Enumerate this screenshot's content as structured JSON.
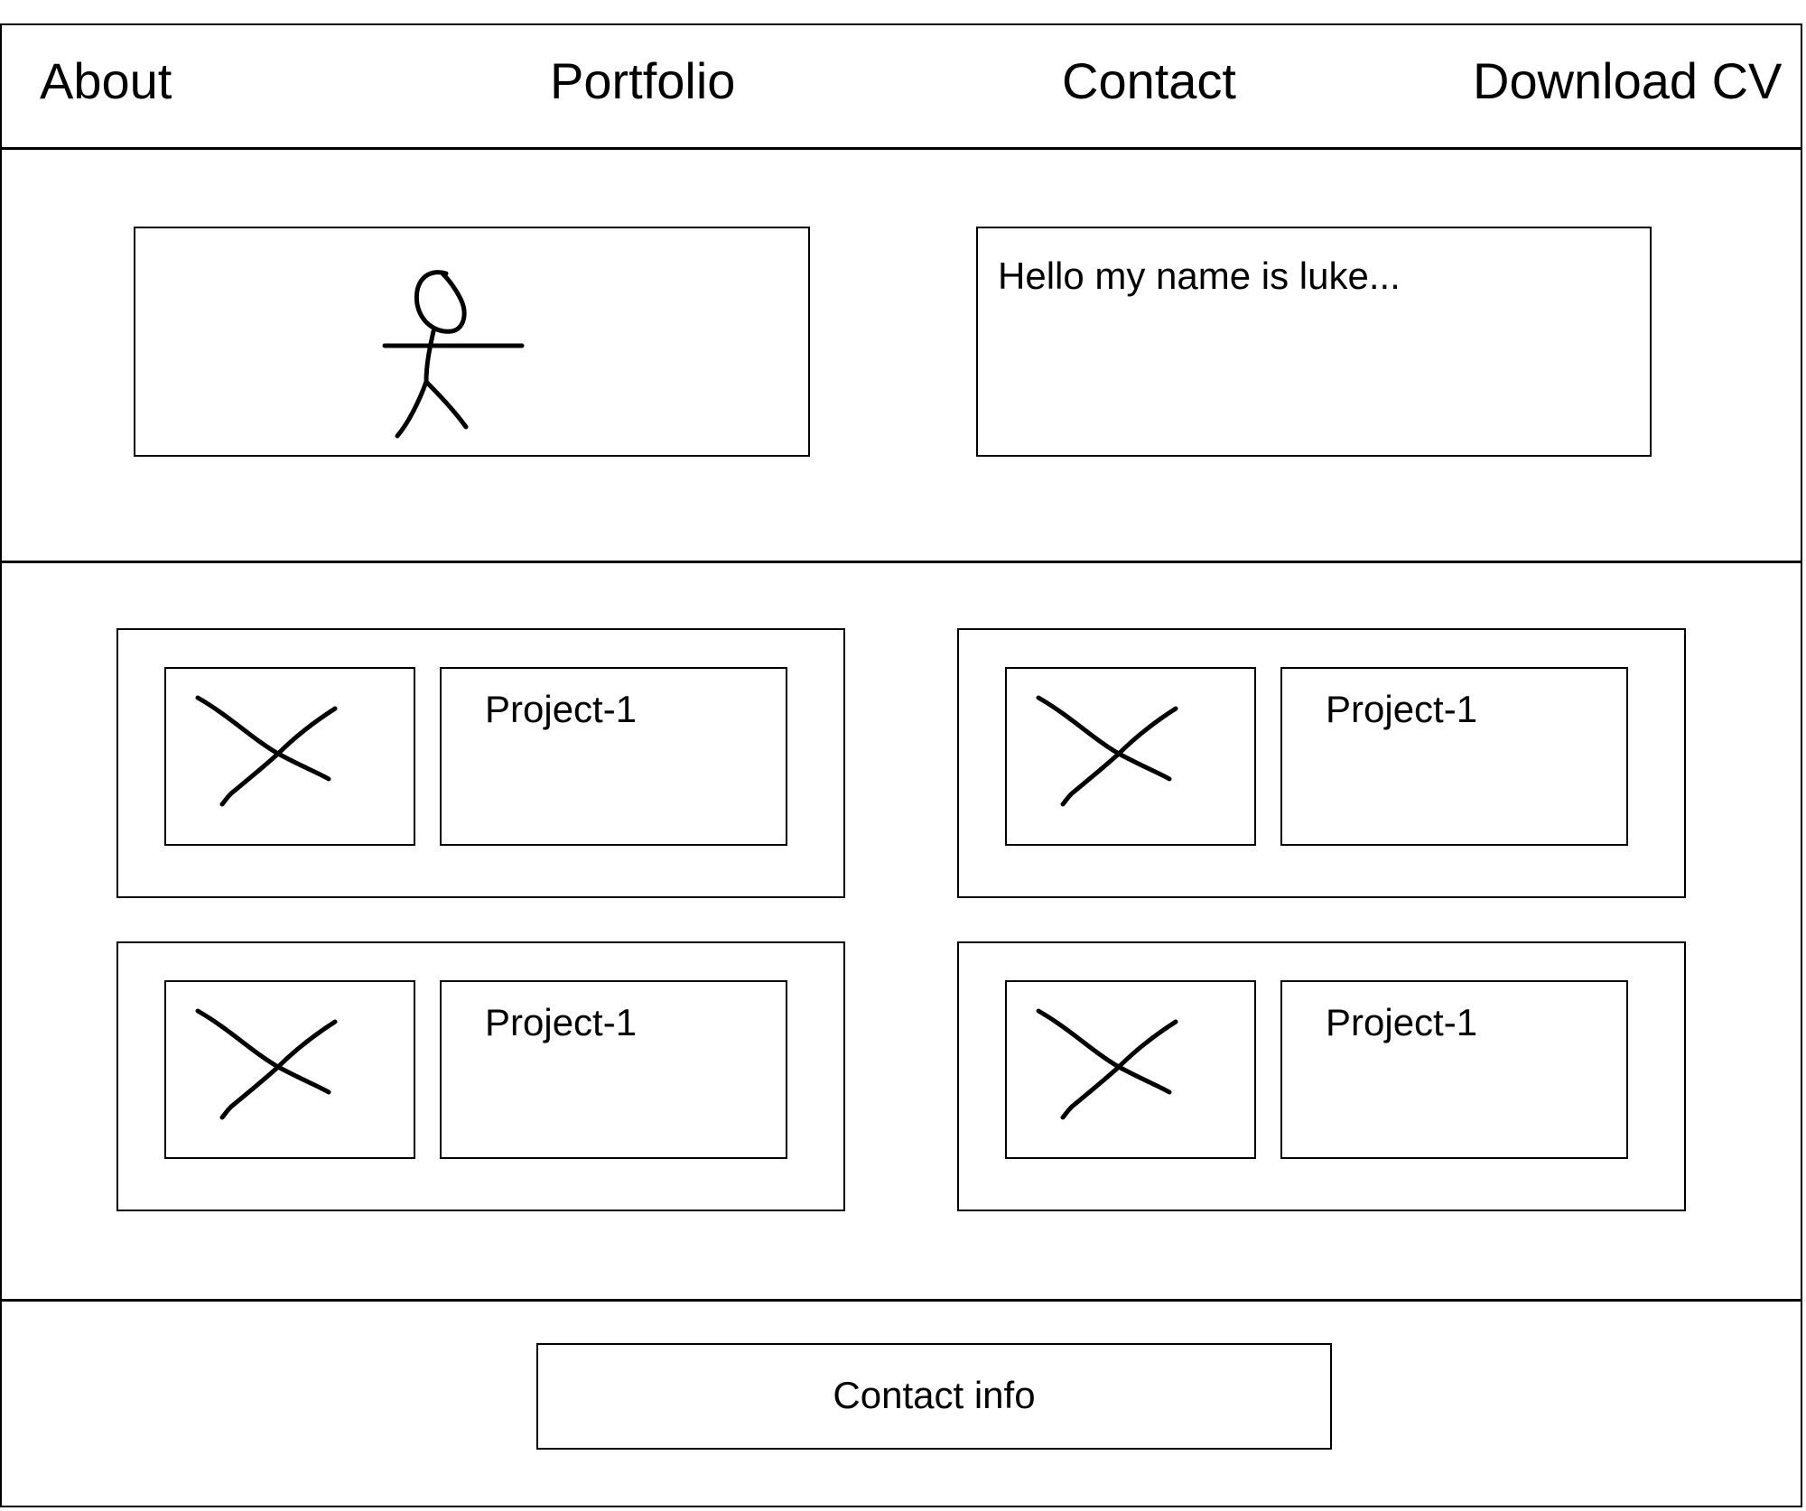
{
  "nav": {
    "items": [
      {
        "label": "About"
      },
      {
        "label": "Portfolio"
      },
      {
        "label": "Contact"
      },
      {
        "label": "Download CV"
      }
    ]
  },
  "hero": {
    "intro_text": "Hello my name is luke..."
  },
  "projects": {
    "cards": [
      {
        "title": "Project-1"
      },
      {
        "title": "Project-1"
      },
      {
        "title": "Project-1"
      },
      {
        "title": "Project-1"
      }
    ]
  },
  "footer": {
    "contact_label": "Contact info"
  }
}
